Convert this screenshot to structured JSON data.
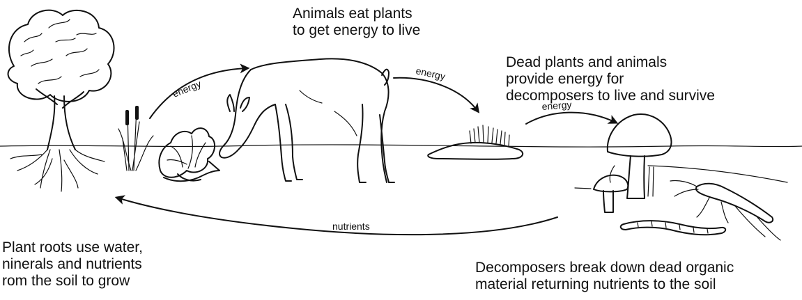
{
  "captions": {
    "animals": [
      "Animals eat plants",
      "to get energy to live"
    ],
    "dead": [
      "Dead plants and animals",
      "provide energy for",
      "decomposers to live and survive"
    ],
    "roots": [
      "Plant roots use water,",
      "ninerals and nutrients",
      "rom the soil to grow"
    ],
    "decomposers": [
      "Decomposers break down dead organic",
      "material returning nutrients to the soil"
    ]
  },
  "arrows": {
    "energy_1": "energy",
    "energy_2": "energy",
    "energy_3": "energy",
    "nutrients": "nutrients"
  },
  "illustrations": [
    "tree-icon",
    "grass-icon",
    "plant-icon",
    "deer-icon",
    "dead-matter-icon",
    "mushroom-icon",
    "worm-icon",
    "cockroach-icon"
  ]
}
